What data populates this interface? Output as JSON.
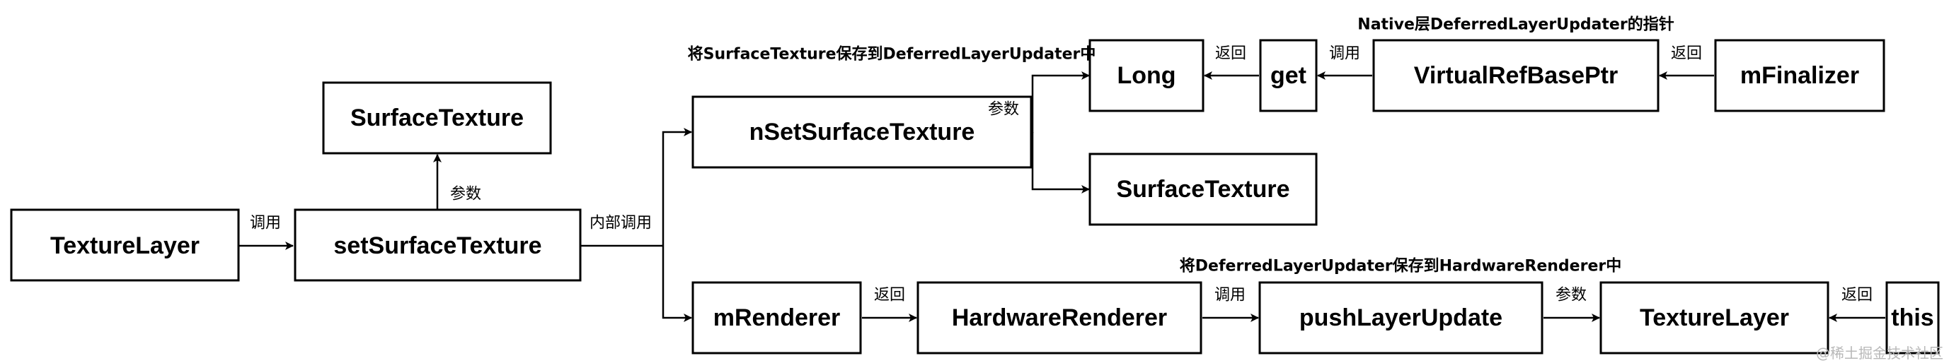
{
  "nodes": {
    "texture_layer_left": "TextureLayer",
    "surface_texture_top": "SurfaceTexture",
    "set_surface_texture": "setSurfaceTexture",
    "n_set_surface_texture": "nSetSurfaceTexture",
    "long": "Long",
    "get": "get",
    "virtual_ref_base_ptr": "VirtualRefBasePtr",
    "m_finalizer": "mFinalizer",
    "surface_texture_right": "SurfaceTexture",
    "m_renderer": "mRenderer",
    "hardware_renderer": "HardwareRenderer",
    "push_layer_update": "pushLayerUpdate",
    "texture_layer_right": "TextureLayer",
    "this": "this"
  },
  "edge_labels": {
    "call_1": "调用",
    "param_1": "参数",
    "internal_call": "内部调用",
    "param_2": "参数",
    "return_1": "返回",
    "call_2": "调用",
    "return_2": "返回",
    "return_3": "返回",
    "call_3": "调用",
    "param_3": "参数",
    "return_4": "返回"
  },
  "notes": {
    "native_pointer": "Native层DeferredLayerUpdater的指针",
    "save_surface_texture": "将SurfaceTexture保存到DeferredLayerUpdater中",
    "save_updater": "将DeferredLayerUpdater保存到HardwareRenderer中"
  },
  "watermark": "@稀土掘金技术社区",
  "colors": {
    "stroke": "#000000",
    "background": "#ffffff",
    "watermark": "#b8b8b8"
  }
}
